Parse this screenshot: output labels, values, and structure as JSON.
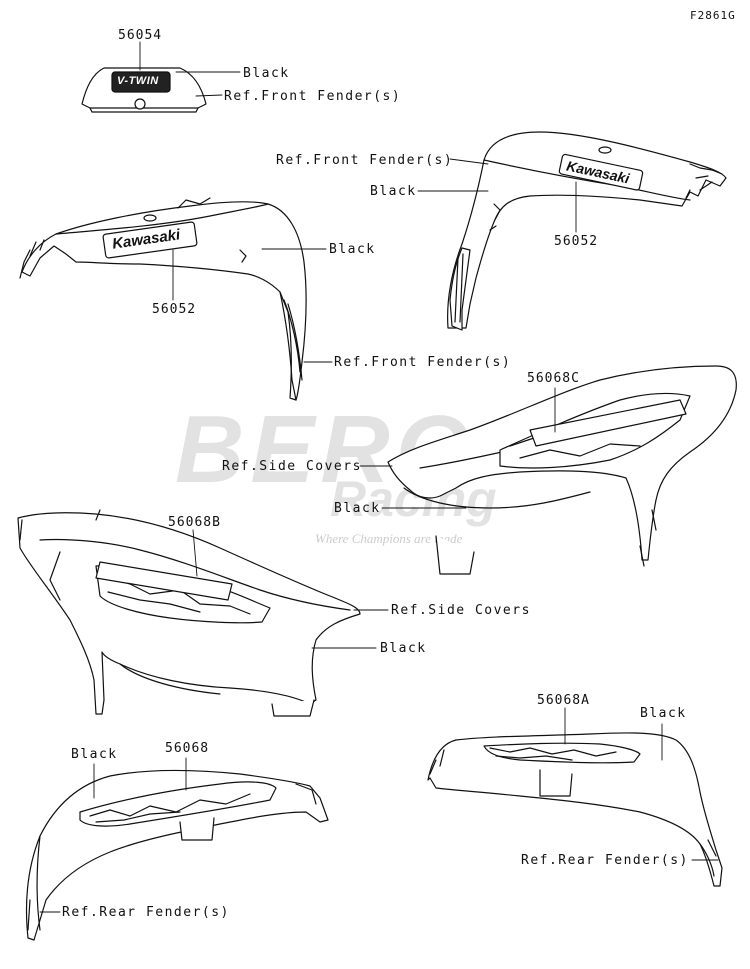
{
  "figure_code": "F2861G",
  "watermark": {
    "brand": "BERG",
    "sub": "Racing",
    "tagline": "Where Champions are made"
  },
  "decal_text": {
    "kawasaki": "Kawasaki",
    "vtwin": "V-TWIN"
  },
  "labels": {
    "p56054": "56054",
    "black_1": "Black",
    "ref_front_fender_1": "Ref.Front Fender(s)",
    "ref_front_fender_2": "Ref.Front Fender(s)",
    "black_2": "Black",
    "p56052_right": "56052",
    "black_3": "Black",
    "p56052_left": "56052",
    "ref_front_fender_3": "Ref.Front Fender(s)",
    "p56068C": "56068C",
    "ref_side_covers_1": "Ref.Side Covers",
    "black_4": "Black",
    "p56068B": "56068B",
    "ref_side_covers_2": "Ref.Side Covers",
    "black_5": "Black",
    "p56068A": "56068A",
    "black_6": "Black",
    "black_7": "Black",
    "p56068": "56068",
    "ref_rear_fender_1": "Ref.Rear Fender(s)",
    "ref_rear_fender_2": "Ref.Rear Fender(s)"
  }
}
